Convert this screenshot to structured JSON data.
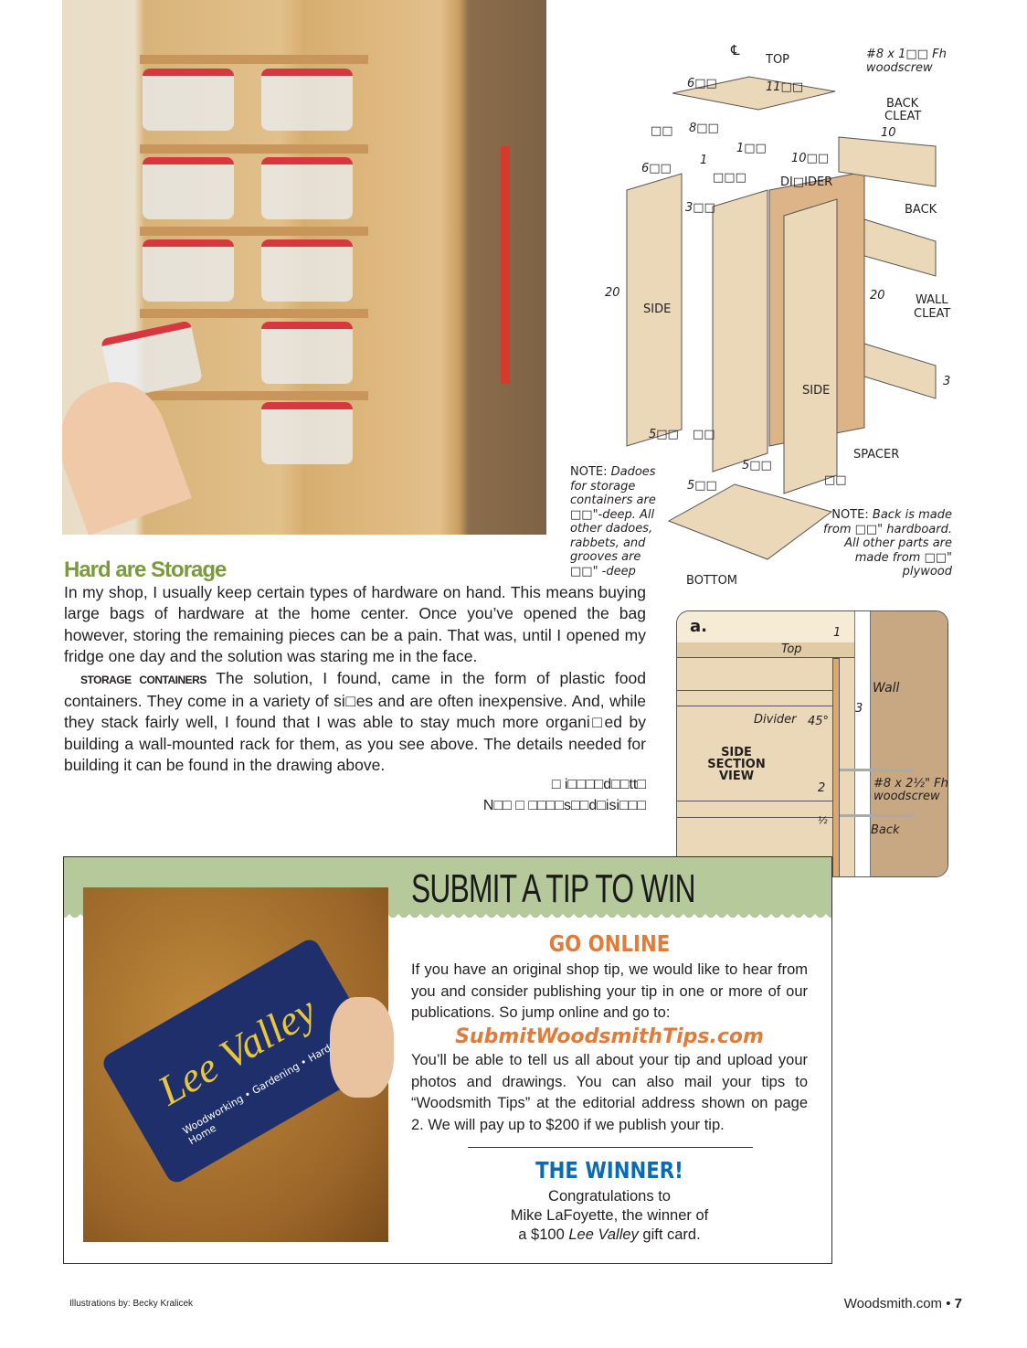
{
  "article": {
    "title": "Hard  are Storage",
    "paragraph1": "In my shop, I usually keep certain types of hardware on hand. This means buying large bags of hardware at the home center. Once you’ve opened the bag however, storing the remaining pieces can be a pain. That was, until I opened my fridge one day and the solution was staring me in the face.",
    "lead_in": "STORAGE CONTAINERS",
    "paragraph2": " The solution, I found, came in the form of plastic food containers. They come in a variety of si□es and are often inexpensive. And, while they stack fairly well, I found that I was able to stay much more organi□ed by building a wall-mounted rack for them, as you see above. The details needed for building it can be found in the drawing above.",
    "signature_line1": "□ i□□□□d□□tt□",
    "signature_line2": "N□□ □ □□□□s□□d□isi□□□"
  },
  "drawing": {
    "labels": [
      "TOP",
      "#8 x 1□□ Fh",
      "woodscrew",
      "6□□",
      "11□□",
      "BACK",
      "CLEAT",
      "10",
      "□□",
      "8□□",
      "1□□",
      "10□□",
      "6□□",
      "1",
      "□□□",
      "DI□IDER",
      "3□□",
      "BACK",
      "20",
      "SIDE",
      "20",
      "WALL",
      "CLEAT",
      "3",
      "SIDE",
      "5□□",
      "□□",
      "SPACER",
      "5□□",
      "5□□",
      "□□",
      "BOTTOM"
    ],
    "note_left": [
      "NOTE: ",
      "Dadoes for storage containers are □□\"-deep. All other dadoes, rabbets, and grooves are □□\" -deep"
    ],
    "note_right": [
      "NOTE: ",
      "Back is made from □□\" hardboard. All other parts are made from □□\" plywood"
    ],
    "centerline_symbol": "℄"
  },
  "detail": {
    "tag": "a.",
    "labels": [
      "1",
      "Top",
      "Wall",
      "3",
      "Divider",
      "45°",
      "SIDE",
      "SECTION",
      "VIEW",
      "#8 x 2½\" Fh",
      "woodscrew",
      "2",
      "½",
      "Back"
    ]
  },
  "tip": {
    "title": "SUBMIT A TIP TO WIN",
    "go_online": "GO ONLINE",
    "intro": "If you have an original shop tip, we would like to hear from you and consider publishing your tip in one or more of our publications. So jump online and go to:",
    "url": "SubmitWoodsmithTips.com",
    "details": "You’ll be able to tell us all about your tip and upload your photos and drawings.  You can also mail your tips to “Woodsmith Tips” at the editorial address shown on page 2. We will pay up to $200 if we publish your tip.",
    "winner_heading": "THE WINNER!",
    "winner_line1": "Congratulations to",
    "winner_line2": "Mike LaFoyette,  the winner of",
    "winner_line3_pre": "a $100 ",
    "winner_brand": "Lee Valley",
    "winner_line3_post": " gift card.",
    "card_logo": "Lee Valley",
    "card_tagline": "Woodworking • Gardening • Hardware • Home"
  },
  "footer": {
    "credit": "Illustrations by: Becky Kralicek",
    "site": "Woodsmith.com",
    "bullet": "•",
    "page": "7"
  },
  "colors": {
    "heading_green": "#7a9a3c",
    "orange": "#e07b39",
    "blue": "#0a6bb5",
    "band_green": "#b5c99a",
    "wood": "#ead8b8"
  }
}
